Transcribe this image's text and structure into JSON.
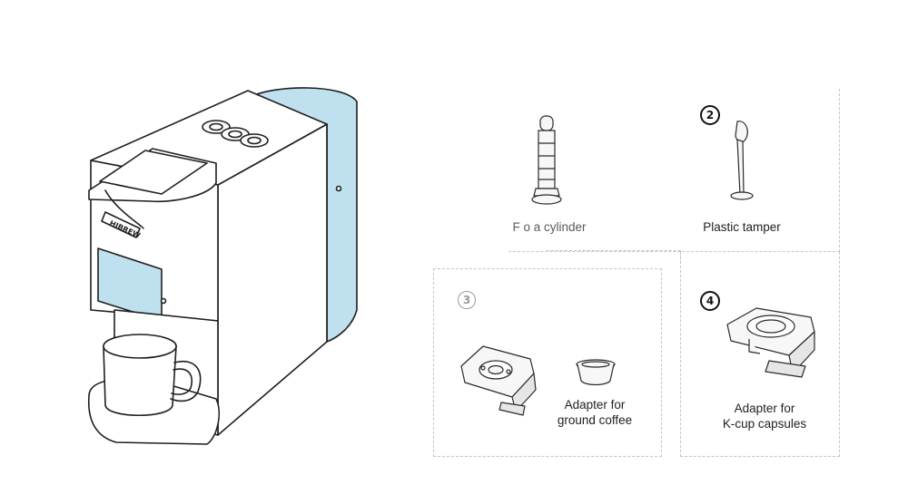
{
  "items": [
    {
      "number": "",
      "label": "F  o a  cylinder"
    },
    {
      "number": "2",
      "label": "Plastic tamper"
    },
    {
      "number": "3",
      "label_line1": "Adapter for",
      "label_line2": "ground coffee"
    },
    {
      "number": "4",
      "label_line1": "Adapter for",
      "label_line2": "K-cup  capsules"
    }
  ],
  "machine": {
    "brand": "HIBREW"
  },
  "colors": {
    "tank": "#bfe1ef",
    "line": "#1e1e1e",
    "panel_border": "#c4c4c4"
  }
}
